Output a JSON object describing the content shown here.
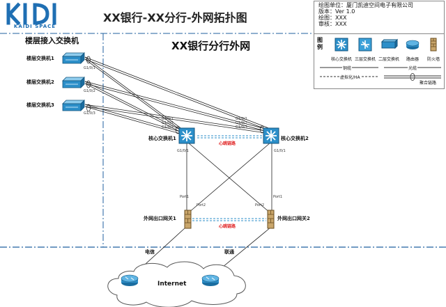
{
  "logo": {
    "text": "KAIDI SPACE"
  },
  "title": "XX银行-XX分行-外网拓扑图",
  "info": {
    "unit": "绘图单位：厦门凯迪空间电子有限公司",
    "version": "版本：Ver 1.0",
    "drawer": "绘图：XXX",
    "reviewer": "审核：XXX"
  },
  "legend": {
    "label": "图例",
    "items": [
      {
        "name": "核心交换机",
        "icon": "core-switch-icon"
      },
      {
        "name": "三层交换机",
        "icon": "l3-switch-icon"
      },
      {
        "name": "二层交换机",
        "icon": "l2-switch-icon"
      },
      {
        "name": "路由器",
        "icon": "router-icon"
      },
      {
        "name": "防火墙",
        "icon": "firewall-icon"
      }
    ],
    "lines": {
      "copper": "铜缆",
      "fiber": "光缆",
      "virtual": "虚拟化/HA",
      "aggregate": "聚合链路"
    }
  },
  "floor_title": "楼层接入交换机",
  "network_title": "XX银行分行外网",
  "floor_switches": [
    "楼层交换机1",
    "楼层交换机2",
    "楼层交换机3"
  ],
  "floor_ports": [
    "G1/0/1",
    "G1/0/2",
    "G1/0/3"
  ],
  "core_switches": [
    "核心交换机1",
    "核心交换机2"
  ],
  "core_ports": [
    "G1/0/1",
    "G1/0/2",
    "G1/0/3"
  ],
  "core_uplink": "G1/0/1",
  "heartbeat_core": "心跳链路",
  "gateways": [
    "外网出口网关1",
    "外网出口网关2"
  ],
  "gateway_ports": [
    "Port1",
    "Port2"
  ],
  "heartbeat_gw": "心跳链路",
  "isp": [
    "电信",
    "联通"
  ],
  "internet": "Internet",
  "colors": {
    "logo": "#1f6fb3",
    "device": "#2c8fc9",
    "heartbeat": "#e02020",
    "frame": "#1f5f9f"
  }
}
